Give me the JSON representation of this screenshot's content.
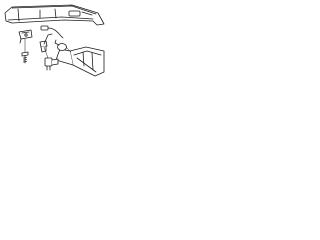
{
  "diagram": {
    "kind": "exploded-parts-line-drawing",
    "line_color": "#1f1f1f",
    "fill_color": "#ffffff",
    "parts": [
      "center-panel",
      "mounting-bracket",
      "screw",
      "grommet",
      "tail-lamp-assembly",
      "lamp-bulb",
      "bulb-socket",
      "harness-connector"
    ],
    "callout_labels": []
  }
}
